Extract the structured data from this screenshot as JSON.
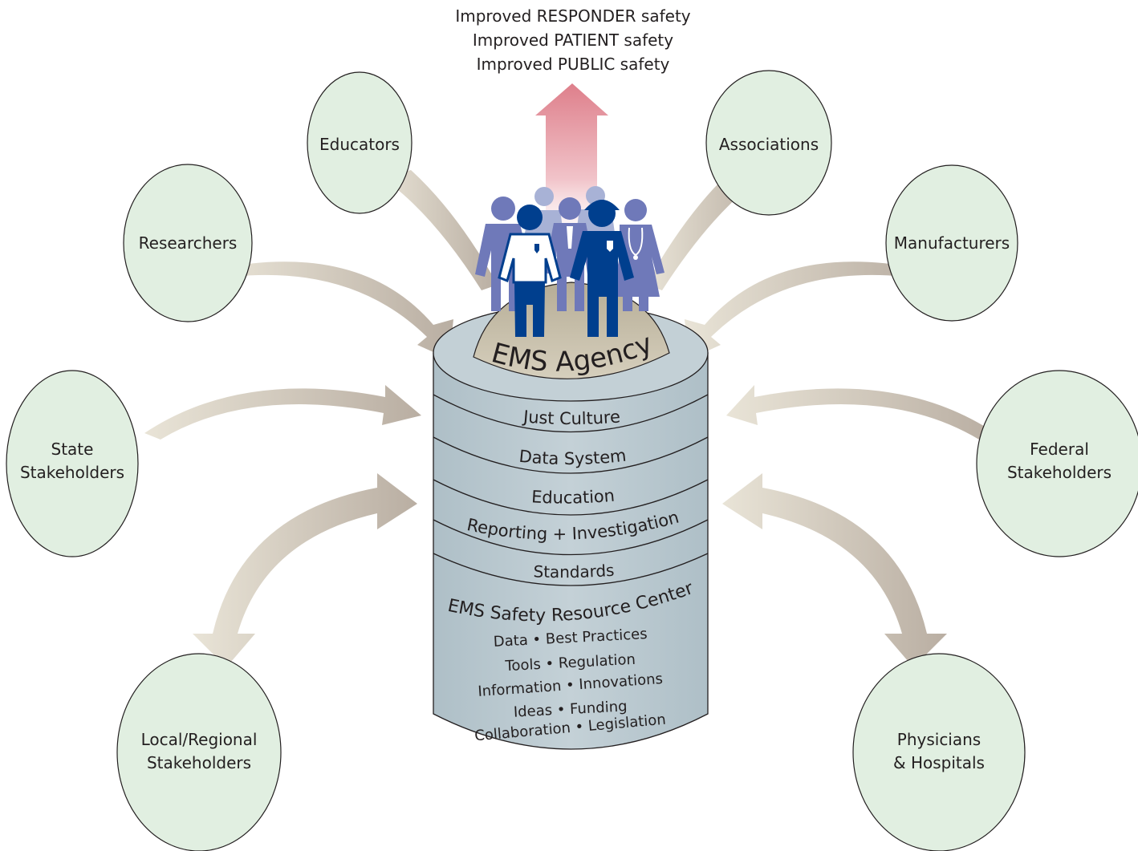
{
  "outcomes": [
    "Improved RESPONDER safety",
    "Improved PATIENT safety",
    "Improved PUBLIC safety"
  ],
  "stakeholders": {
    "educators": "Educators",
    "associations": "Associations",
    "researchers": "Researchers",
    "manufacturers": "Manufacturers",
    "state_line1": "State",
    "state_line2": "Stakeholders",
    "federal_line1": "Federal",
    "federal_line2": "Stakeholders",
    "local_line1": "Local/Regional",
    "local_line2": "Stakeholders",
    "physicians_line1": "Physicians",
    "physicians_line2": "& Hospitals"
  },
  "agency": {
    "label": "EMS Agency"
  },
  "layers": {
    "just_culture": "Just Culture",
    "data_system": "Data System",
    "education": "Education",
    "reporting": "Reporting + Investigation",
    "standards": "Standards"
  },
  "resource_center": {
    "title": "EMS Safety Resource Center",
    "line1": "Data  •  Best Practices",
    "line2": "Tools  •  Regulation",
    "line3": "Information  •  Innovations",
    "line4": "Ideas  •  Funding",
    "line5": "Collaboration  •  Legislation"
  },
  "colors": {
    "circle_fill": "#e1efe1",
    "circle_stroke": "#231f20",
    "cylinder_fill": "#b9c8cf",
    "dome_fill": "#c7bfab",
    "arrow_fill": "#c8bfb3",
    "up_arrow": "#e28b95",
    "figure_dark": "#003f8e",
    "figure_mid": "#6f79b9",
    "figure_light": "#a8b2d6"
  }
}
